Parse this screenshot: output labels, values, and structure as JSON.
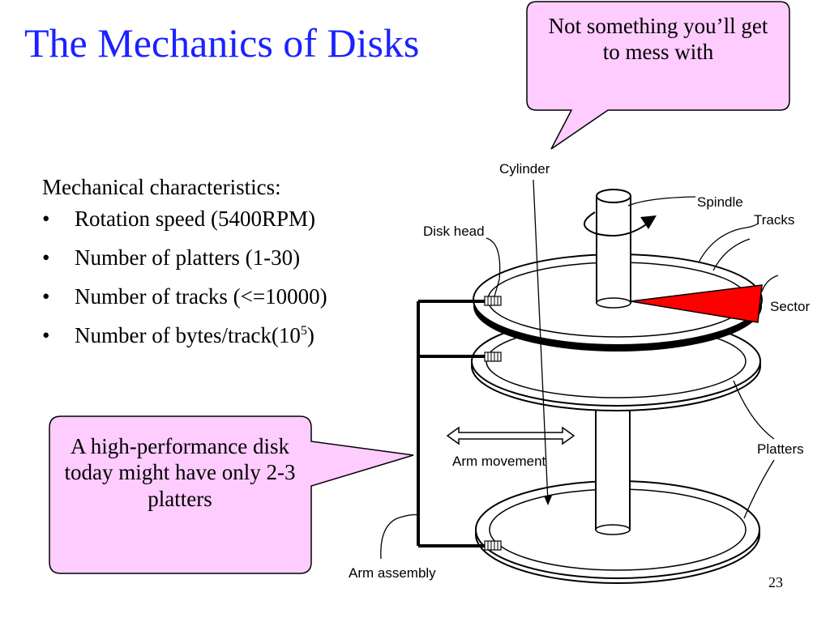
{
  "slide": {
    "title": "The Mechanics of Disks",
    "body": {
      "intro": "Mechanical characteristics:",
      "bullets": [
        {
          "text": "Rotation speed (5400RPM)"
        },
        {
          "text": "Number of platters (1-30)"
        },
        {
          "text": "Number of tracks (<=10000)"
        },
        {
          "text": "Number of bytes/track(10",
          "sup": "5",
          "after": ")"
        }
      ]
    },
    "callouts": {
      "top": "Not something you’ll get to mess with",
      "bottom": "A high-performance disk today might have only 2-3 platters"
    },
    "diagram_labels": {
      "cylinder": "Cylinder",
      "spindle": "Spindle",
      "tracks": "Tracks",
      "disk_head": "Disk head",
      "sector": "Sector",
      "platters": "Platters",
      "arm_movement": "Arm movement",
      "arm_assembly": "Arm assembly"
    },
    "page_number": "23",
    "colors": {
      "title": "#1a22ff",
      "callout_fill": "#ffccff",
      "sector": "#ff0000"
    }
  }
}
